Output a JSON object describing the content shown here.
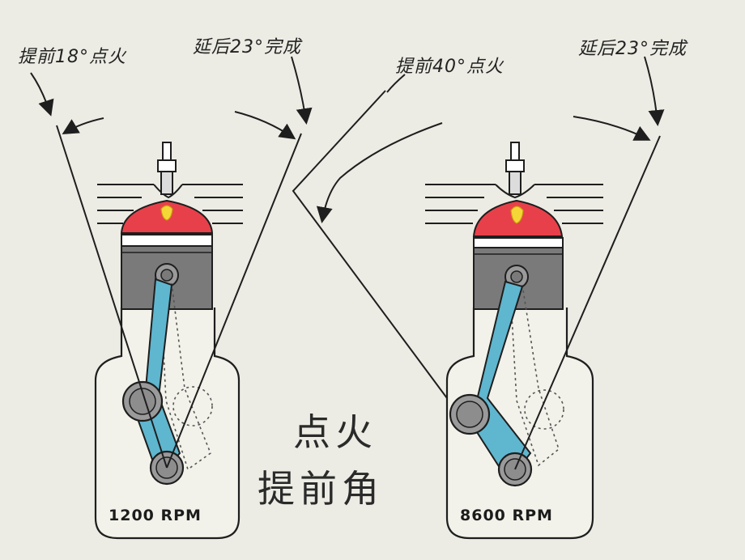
{
  "left_engine": {
    "advance_label": "提前18°点火",
    "retard_label": "延后23°完成",
    "rpm_label": "1200 RPM",
    "advance_deg": 18,
    "retard_deg": 23
  },
  "right_engine": {
    "advance_label": "提前40°点火",
    "retard_label": "延后23°完成",
    "rpm_label": "8600 RPM",
    "advance_deg": 40,
    "retard_deg": 23
  },
  "center_title": {
    "line1": "点火",
    "line2": "提前角"
  },
  "colors": {
    "background": "#ecece4",
    "combustion": "#e8404a",
    "flame": "#f5d637",
    "piston": "#7a7a7a",
    "rod": "#5fb6cf",
    "crank": "#9a9a9a",
    "ink": "#1e1e1e"
  }
}
